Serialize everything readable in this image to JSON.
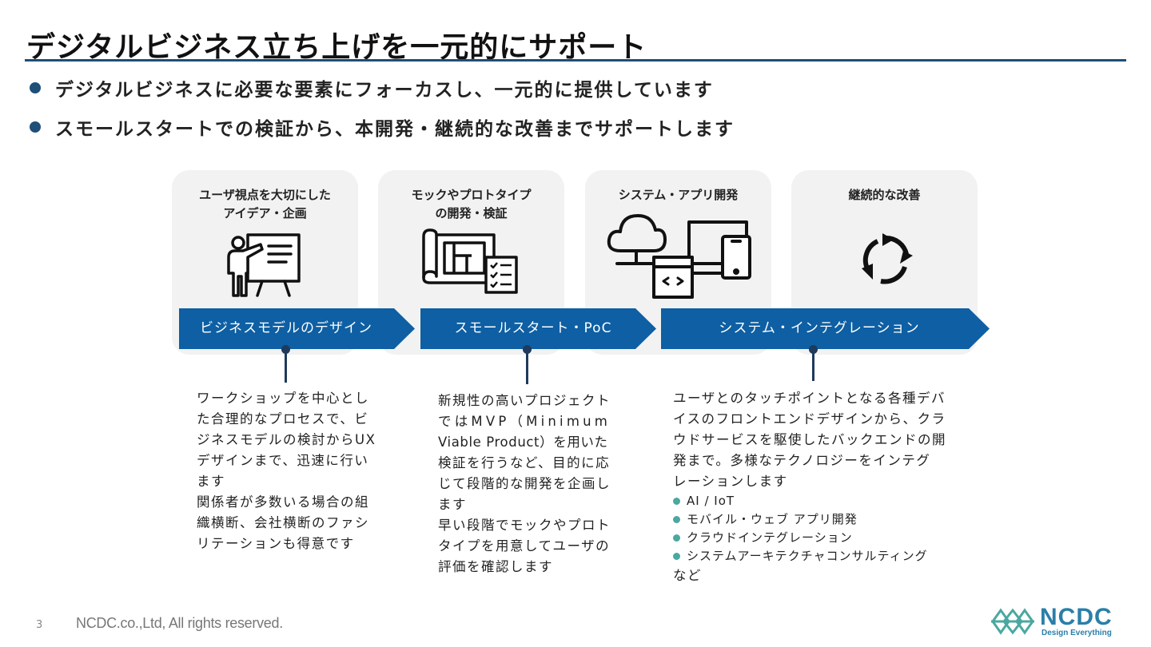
{
  "title": "デジタルビジネス立ち上げを一元的にサポート",
  "bullets": [
    "デジタルビジネスに必要な要素にフォーカスし、一元的に提供しています",
    "スモールスタートでの検証から、本開発・継続的な改善までサポートします"
  ],
  "cards": [
    {
      "line1": "ユーザ視点を大切にした",
      "line2": "アイデア・企画",
      "icon": "presentation-icon"
    },
    {
      "line1": "モックやプロトタイプ",
      "line2": "の開発・検証",
      "icon": "blueprint-checklist-icon"
    },
    {
      "line1": "システム・アプリ開発",
      "line2": "",
      "icon": "cloud-devices-icon"
    },
    {
      "line1": "継続的な改善",
      "line2": "",
      "icon": "refresh-cycle-icon"
    }
  ],
  "phases": [
    {
      "label": "ビジネスモデルのデザイン"
    },
    {
      "label": "スモールスタート・PoC"
    },
    {
      "label": "システム・インテグレーション"
    }
  ],
  "descriptions": {
    "col1": [
      "ワークショップを中心とし",
      "た合理的なプロセスで、ビ",
      "ジネスモデルの検討からUX",
      "デザインまで、迅速に行い",
      "ます",
      "関係者が多数いる場合の組",
      "織横断、会社横断のファシ",
      "リテーションも得意です"
    ],
    "col2": [
      "新規性の高いプロジェクト",
      "ではMVP（Minimum",
      "Viable Product）を用いた",
      "検証を行うなど、目的に応",
      "じて段階的な開発を企画し",
      "ます",
      "早い段階でモックやプロト",
      "タイプを用意してユーザの",
      "評価を確認します"
    ],
    "col3": [
      "ユーザとのタッチポイントとなる各種デバ",
      "イスのフロントエンドデザインから、クラ",
      "ウドサービスを駆使したバックエンドの開",
      "発まで。多様なテクノロジーをインテグ",
      "レーションします"
    ],
    "col3_items": [
      "AI / IoT",
      "モバイル・ウェブ アプリ開発",
      "クラウドインテグレーション",
      "システムアーキテクチャコンサルティング"
    ],
    "col3_tail": "など"
  },
  "footer": {
    "page": "3",
    "copyright": "NCDC.co.,Ltd, All rights reserved."
  },
  "logo": {
    "name": "NCDC",
    "tagline": "Design Everything"
  },
  "colors": {
    "primary": "#1f4e79",
    "arrow": "#0e5fa3",
    "card": "#f2f2f2",
    "accent": "#4aa8a0",
    "logo": "#2a7fa8"
  }
}
